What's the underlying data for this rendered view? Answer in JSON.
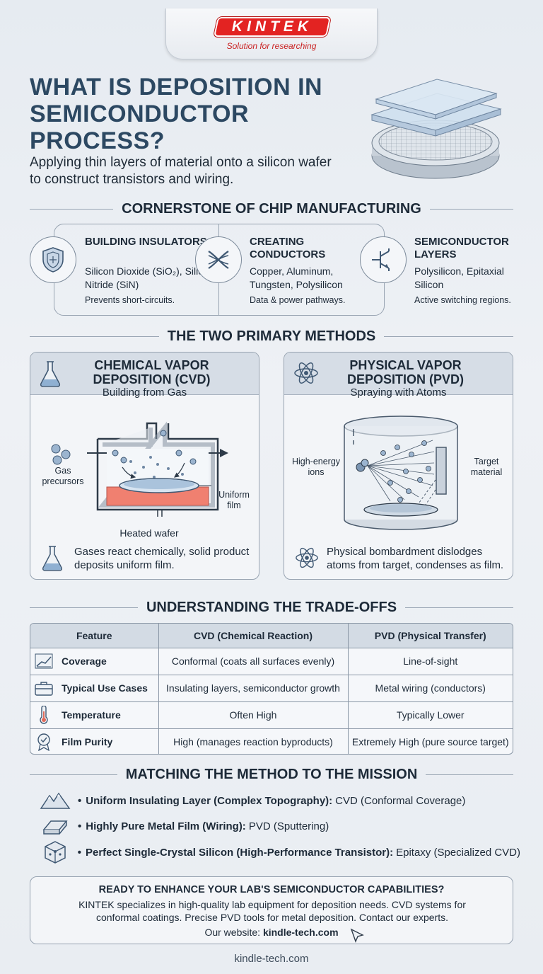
{
  "brand": {
    "logo": "KINTEK",
    "tagline": "Solution for researching"
  },
  "header": {
    "title": "WHAT IS DEPOSITION IN SEMICONDUCTOR PROCESS?",
    "subtitle": "Applying thin layers of material onto a silicon wafer to construct transistors and wiring."
  },
  "cornerstone": {
    "heading": "CORNERSTONE OF CHIP MANUFACTURING",
    "items": [
      {
        "icon": "shield-icon",
        "title": "BUILDING INSULATORS",
        "text": "Silicon Dioxide (SiO₂), Silicon Nitride (SiN)",
        "note": "Prevents short-circuits."
      },
      {
        "icon": "twisted-wire-icon",
        "title": "CREATING CONDUCTORS",
        "text": "Copper, Aluminum, Tungsten, Polysilicon",
        "note": "Data & power pathways."
      },
      {
        "icon": "transistor-icon",
        "title": "SEMICONDUCTOR LAYERS",
        "text": "Polysilicon, Epitaxial Silicon",
        "note": "Active switching regions."
      }
    ]
  },
  "methods": {
    "heading": "THE TWO PRIMARY METHODS",
    "cvd": {
      "title": "CHEMICAL VAPOR DEPOSITION (CVD)",
      "subtitle": "Building from Gas",
      "labels": {
        "gas": "Gas precursors",
        "film": "Uniform film",
        "wafer": "Heated wafer"
      },
      "description": "Gases react chemically, solid product deposits uniform film."
    },
    "pvd": {
      "title": "PHYSICAL VAPOR DEPOSITION (PVD)",
      "subtitle": "Spraying with Atoms",
      "labels": {
        "ions": "High-energy ions",
        "target": "Target material"
      },
      "description": "Physical bombardment dislodges atoms from target, condenses as film."
    }
  },
  "tradeoffs": {
    "heading": "UNDERSTANDING THE TRADE-OFFS",
    "columns": [
      "Feature",
      "CVD (Chemical Reaction)",
      "PVD (Physical Transfer)"
    ],
    "rows": [
      {
        "icon": "coverage-chart-icon",
        "feature": "Coverage",
        "cvd": "Conformal (coats all surfaces evenly)",
        "pvd": "Line-of-sight"
      },
      {
        "icon": "briefcase-icon",
        "feature": "Typical Use Cases",
        "cvd": "Insulating layers, semiconductor growth",
        "pvd": "Metal wiring (conductors)"
      },
      {
        "icon": "thermometer-icon",
        "feature": "Temperature",
        "cvd": "Often High",
        "pvd": "Typically Lower"
      },
      {
        "icon": "award-badge-icon",
        "feature": "Film Purity",
        "cvd": "High (manages reaction byproducts)",
        "pvd": "Extremely High (pure source target)"
      }
    ]
  },
  "mission": {
    "heading": "MATCHING THE METHOD TO THE MISSION",
    "items": [
      {
        "icon": "mountain-icon",
        "bold": "Uniform Insulating Layer (Complex Topography):",
        "rest": "CVD (Conformal Coverage)"
      },
      {
        "icon": "metal-bar-icon",
        "bold": "Highly Pure Metal Film (Wiring):",
        "rest": "PVD (Sputtering)"
      },
      {
        "icon": "crystal-cube-icon",
        "bold": "Perfect Single-Crystal Silicon (High-Performance Transistor):",
        "rest": "Epitaxy (Specialized CVD)"
      }
    ]
  },
  "cta": {
    "title": "READY TO ENHANCE YOUR LAB'S SEMICONDUCTOR CAPABILITIES?",
    "body": "KINTEK specializes in high-quality lab equipment for deposition needs. CVD systems for conformal coatings. Precise PVD tools for metal deposition. Contact our experts.",
    "website_label": "Our website:",
    "website": "kindle-tech.com"
  },
  "footer": {
    "url": "kindle-tech.com"
  },
  "colors": {
    "title": "#2c4862",
    "brand_red": "#e32322",
    "heated_plate": "#f08070",
    "panel": "#d6dde6"
  }
}
